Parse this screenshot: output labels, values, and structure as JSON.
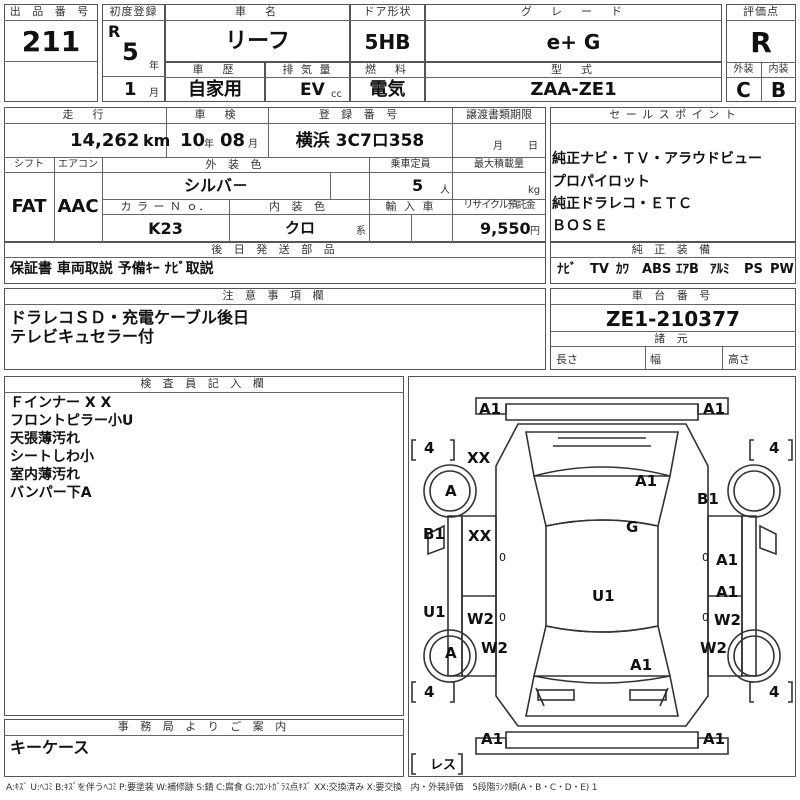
{
  "lot": {
    "label": "出 品 番 号",
    "value": "211"
  },
  "first_reg": {
    "label": "初度登録",
    "era": "R",
    "year": "5",
    "year_unit": "年",
    "month": "1",
    "month_unit": "月"
  },
  "car_name": {
    "label": "車　名",
    "value": "リーフ"
  },
  "door": {
    "label": "ドア形状",
    "value": "5HB"
  },
  "grade": {
    "label": "グ　レ　ー　ド",
    "value": "e+ G"
  },
  "score": {
    "label": "評価点",
    "value": "R",
    "ext_label": "外装",
    "int_label": "内装",
    "ext": "C",
    "int": "B"
  },
  "history": {
    "label": "車　歴",
    "value": "自家用"
  },
  "displacement": {
    "label": "排 気 量",
    "value": "EV",
    "unit": "cc"
  },
  "fuel": {
    "label": "燃　料",
    "value": "電気"
  },
  "model": {
    "label": "型　式",
    "value": "ZAA-ZE1"
  },
  "mileage": {
    "label": "走　行",
    "value": "14,262",
    "unit": "km"
  },
  "inspection": {
    "label": "車　検",
    "year": "10",
    "year_unit": "年",
    "month": "08",
    "month_unit": "月"
  },
  "reg_no": {
    "label": "登 録 番 号",
    "value": "横浜 3C7ロ358"
  },
  "transfer_doc": {
    "label": "譲渡書類期限",
    "month_unit": "月",
    "day_unit": "日"
  },
  "sales_point": {
    "label": "セ ー ル ス ポ イ ン ト",
    "lines": [
      "純正ナビ・ＴＶ・アラウドビュー",
      "プロパイロット",
      "純正ドラレコ・ＥＴＣ",
      "ＢＯＳＥ"
    ]
  },
  "shift": {
    "label": "シフト",
    "value": "FAT"
  },
  "aircon": {
    "label": "エアコン",
    "value": "AAC"
  },
  "ext_color": {
    "label": "外 装 色",
    "value": "シルバ－"
  },
  "capacity": {
    "label": "乗車定員",
    "value": "5",
    "unit": "人"
  },
  "max_load": {
    "label": "最大積載量",
    "unit": "kg"
  },
  "color_no": {
    "label": "カ ラ ー Ｎ ｏ．",
    "value": "K23"
  },
  "int_color": {
    "label": "内 装 色",
    "value": "クロ",
    "unit": "系"
  },
  "import": {
    "label": "輸 入 車"
  },
  "recycle": {
    "label": "リサイクル預託金",
    "value": "9,550",
    "unit": "円"
  },
  "later_parts": {
    "label": "後 日 発 送 部 品",
    "value": "保証書 車両取説 予備ｷｰ ﾅﾋﾞ取説"
  },
  "equipment": {
    "label": "純 正 装 備",
    "items": [
      "ﾅﾋﾞ",
      "TV",
      "ｶﾜ",
      "ABS",
      "ｴｱB",
      "ｱﾙﾐ",
      "PS",
      "PW"
    ]
  },
  "caution": {
    "label": "注 意 事 項 欄",
    "lines": [
      "ドラレコＳＤ・充電ケーブル後日",
      "テレビキュセラー付"
    ]
  },
  "chassis": {
    "label": "車 台 番 号",
    "value": "ZE1-210377",
    "specs_label": "諸 元",
    "len_label": "長さ",
    "wid_label": "幅",
    "hgt_label": "高さ"
  },
  "inspector": {
    "label": "検 査 員 記 入 欄",
    "lines": [
      "Ｆインナー X X",
      "フロントピラー小U",
      "天張薄汚れ",
      "シートしわ小",
      "室内薄汚れ",
      "バンパー下A"
    ]
  },
  "office": {
    "label": "事 務 局 よ り ご 案 内",
    "value": "キーケース"
  },
  "diagram": {
    "tire_tl": "4",
    "tire_tr": "4",
    "tire_bl": "4",
    "tire_br": "4",
    "f_left": "A1",
    "f_right": "A1",
    "r_left": "A1",
    "r_right": "A1",
    "hood_left": "XX",
    "hood": "A1",
    "fender_l": "A",
    "fender_r": "B1",
    "door_fl_edge": "B1",
    "door_fl": "XX",
    "roof": "G",
    "door_fr": "A1",
    "pillar_l": "U1",
    "door_rl": "W2",
    "roof_u": "U1",
    "door_rr1": "A1",
    "door_rr2": "W2",
    "rear_l": "A",
    "rear_l2": "W2",
    "trunk": "A1",
    "rear_r": "W2",
    "small_0a": "0",
    "small_0b": "0",
    "small_0c": "0",
    "small_0d": "0",
    "bracket_bottom": "レス"
  },
  "legend": "A:ｷｽﾞ U:ﾍｺﾐ B:ｷｽﾞを伴うﾍｺﾐ P:要塗装 W:補修跡 S:錆 C:腐食 G:ﾌﾛﾝﾄｶﾞﾗｽ点ｷｽﾞ XX:交換済み X:要交換　内・外装評価　5段階ﾗﾝｸ順(A・B・C・D・E) 1"
}
